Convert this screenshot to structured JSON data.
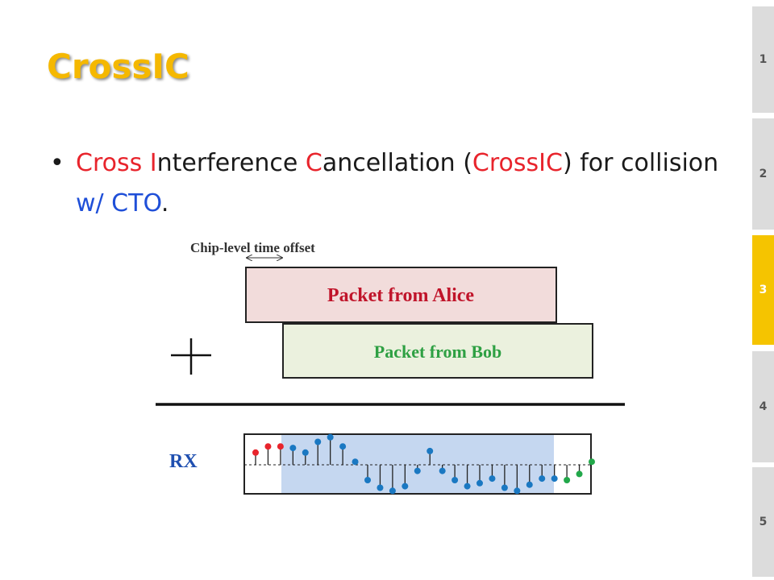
{
  "slide": {
    "title": "CrossIC",
    "bullet": {
      "marker": "•",
      "segments": [
        {
          "text": "Cross ",
          "color": "red"
        },
        {
          "text": "I",
          "color": "red"
        },
        {
          "text": "nterference ",
          "color": "black"
        },
        {
          "text": "C",
          "color": "red"
        },
        {
          "text": "ancellation (",
          "color": "black"
        },
        {
          "text": "CrossIC",
          "color": "red"
        },
        {
          "text": ") for collision ",
          "color": "black"
        },
        {
          "text": "w/ CTO",
          "color": "blue"
        },
        {
          "text": ".",
          "color": "black"
        }
      ]
    }
  },
  "diagram": {
    "offset_label": "Chip-level time offset",
    "alice_label": "Packet from Alice",
    "bob_label": "Packet from Bob",
    "rx_label": "RX",
    "colors": {
      "alice_fill": "#f2dcdb",
      "alice_text": "#c0142a",
      "bob_fill": "#ebf1de",
      "bob_text": "#2ea043",
      "rx_text": "#1f4fb0",
      "overlap_fill": "#c5d7f0",
      "stem_red": "#e8242c",
      "stem_blue": "#1a78c2",
      "stem_green": "#22a84a"
    },
    "stems": [
      {
        "v": 0.4,
        "c": "red"
      },
      {
        "v": 0.6,
        "c": "red"
      },
      {
        "v": 0.6,
        "c": "red"
      },
      {
        "v": 0.55,
        "c": "blue"
      },
      {
        "v": 0.4,
        "c": "blue"
      },
      {
        "v": 0.75,
        "c": "blue"
      },
      {
        "v": 0.9,
        "c": "blue"
      },
      {
        "v": 0.6,
        "c": "blue"
      },
      {
        "v": 0.1,
        "c": "blue"
      },
      {
        "v": -0.5,
        "c": "blue"
      },
      {
        "v": -0.75,
        "c": "blue"
      },
      {
        "v": -0.85,
        "c": "blue"
      },
      {
        "v": -0.7,
        "c": "blue"
      },
      {
        "v": -0.2,
        "c": "blue"
      },
      {
        "v": 0.45,
        "c": "blue"
      },
      {
        "v": -0.2,
        "c": "blue"
      },
      {
        "v": -0.5,
        "c": "blue"
      },
      {
        "v": -0.7,
        "c": "blue"
      },
      {
        "v": -0.6,
        "c": "blue"
      },
      {
        "v": -0.45,
        "c": "blue"
      },
      {
        "v": -0.75,
        "c": "blue"
      },
      {
        "v": -0.85,
        "c": "blue"
      },
      {
        "v": -0.65,
        "c": "blue"
      },
      {
        "v": -0.45,
        "c": "blue"
      },
      {
        "v": -0.45,
        "c": "blue"
      },
      {
        "v": -0.5,
        "c": "green"
      },
      {
        "v": -0.3,
        "c": "green"
      },
      {
        "v": 0.1,
        "c": "green"
      }
    ]
  },
  "nav": {
    "items": [
      {
        "label": "1",
        "active": false
      },
      {
        "label": "2",
        "active": false
      },
      {
        "label": "3",
        "active": true
      },
      {
        "label": "4",
        "active": false
      },
      {
        "label": "5",
        "active": false
      }
    ]
  }
}
